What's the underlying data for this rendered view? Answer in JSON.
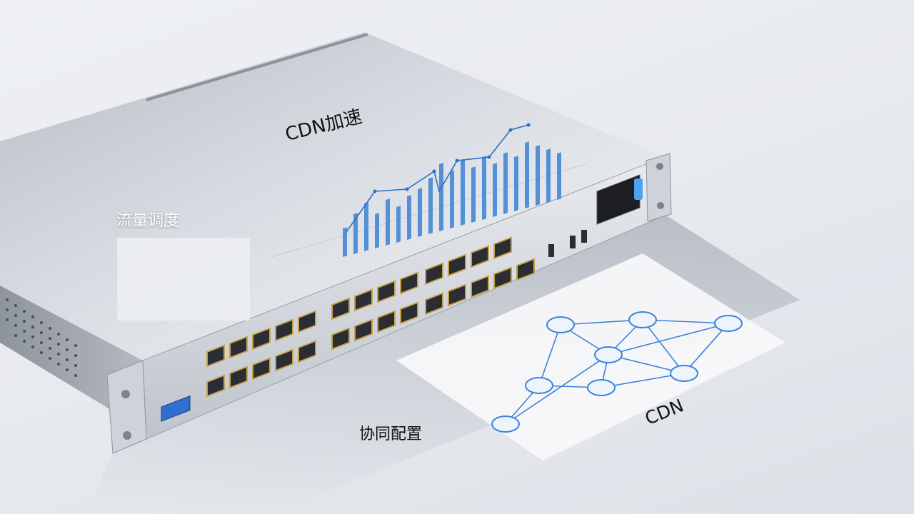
{
  "labels": {
    "cdn_acceleration": "CDN加速",
    "traffic_scheduling": "流量调度",
    "collaborative_config": "协同配置",
    "cdn": "CDN"
  },
  "colors": {
    "chart_blue": "#3b82d6",
    "chassis_silver": "#c9ced6",
    "port_gold": "#c8a24a",
    "usb_blue": "#2f6fd0"
  }
}
